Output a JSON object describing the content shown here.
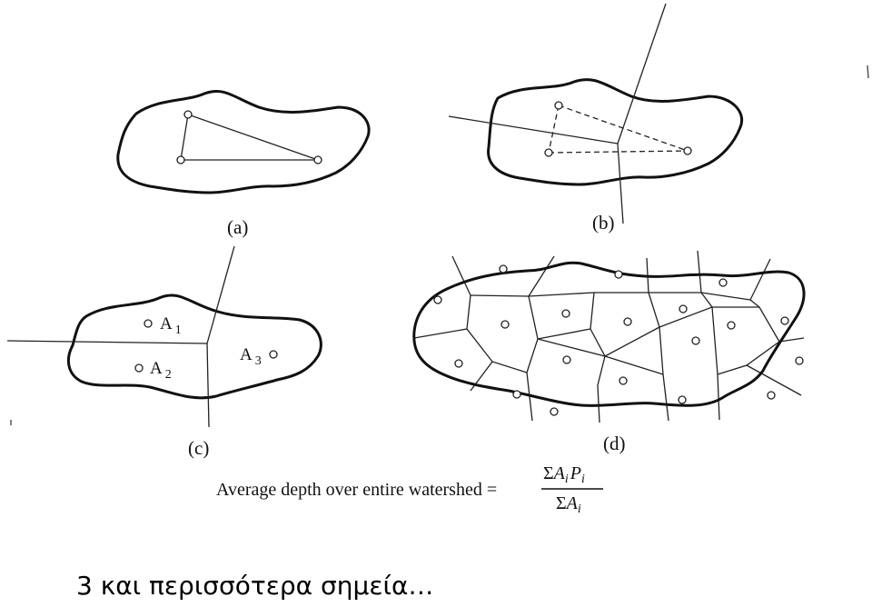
{
  "panels": {
    "a": {
      "label": "(a)"
    },
    "b": {
      "label": "(b)"
    },
    "c": {
      "label": "(c)",
      "areas": [
        {
          "name": "A",
          "sub": "1"
        },
        {
          "name": "A",
          "sub": "2"
        },
        {
          "name": "A",
          "sub": "3"
        }
      ]
    },
    "d": {
      "label": "(d)"
    }
  },
  "formula": {
    "lhs": "Average depth over entire watershed =",
    "numerator": {
      "sigma": "Σ",
      "a": "A",
      "i1": "i",
      "p": "P",
      "i2": "i"
    },
    "denominator": {
      "sigma": "Σ",
      "a": "A",
      "i": "i"
    }
  },
  "caption": "3 και περισσότερα σημεία…"
}
